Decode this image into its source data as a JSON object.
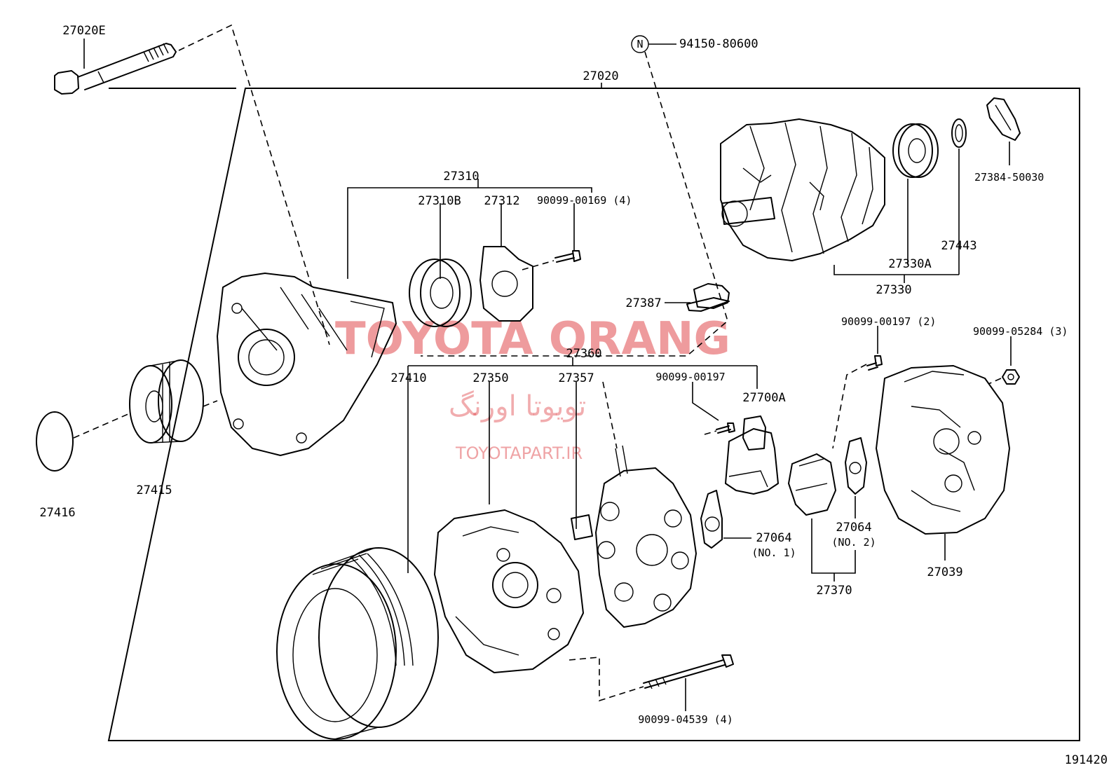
{
  "diagram": {
    "assembly_number": "27020",
    "figure_number": "191420",
    "watermark": {
      "brand": "TOYOTA ORANG",
      "brand_fa": "تویوتا اورنگ",
      "site": "TOYOTAPART.IR"
    },
    "part_labels": {
      "bolt_through": "27020E",
      "nut_marker": "N",
      "nut": "94150-80600",
      "frame_assy": "27310",
      "frame_sub": "27310B",
      "retainer": "27312",
      "screw_4": "90099-00169 (4)",
      "rotor_group": "27330",
      "bearing": "27330A",
      "washer": "27443",
      "cover_ring": "27384-50030",
      "insulator": "27387",
      "stator_group": "27360",
      "regulator_screw": "90099-00197",
      "regulator": "27700A",
      "pulley_large": "27410",
      "rectifier_end_frame": "27350",
      "rectifier": "27357",
      "screw_2": "90099-00197 (2)",
      "nut_3": "90099-05284 (3)",
      "cap": "27416",
      "pulley": "27415",
      "gasket_1": "27064",
      "gasket_1_note": "(NO. 1)",
      "gasket_2": "27064",
      "gasket_2_note": "(NO. 2)",
      "brush_holder": "27370",
      "rear_cover": "27039",
      "bolt_4": "90099-04539 (4)"
    }
  }
}
